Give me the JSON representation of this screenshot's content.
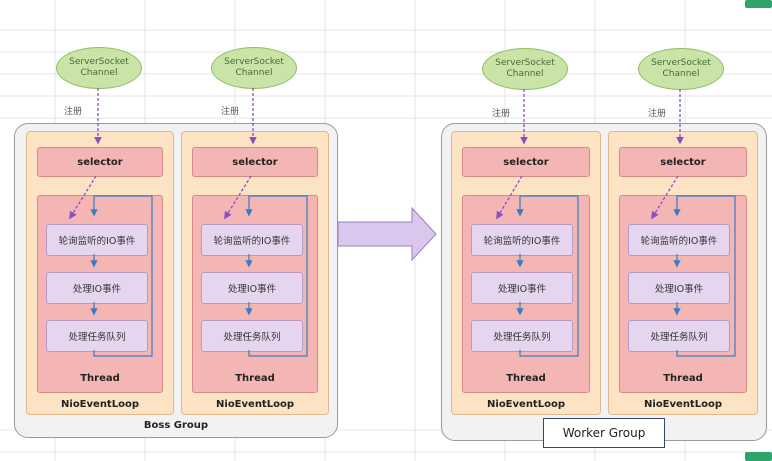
{
  "colors": {
    "channel_fill": "#c9e4a6",
    "loop_fill": "#fbe3c4",
    "selector_fill": "#f4b6b4",
    "step_fill": "#e6d5ee",
    "arrow": "#8a4fc4",
    "group_fill": "#f2f2f2"
  },
  "channel": {
    "line1": "ServerSocket",
    "line2": "Channel",
    "register_label": "注册"
  },
  "loop": {
    "selector_label": "selector",
    "steps": [
      "轮询监听的IO事件",
      "处理IO事件",
      "处理任务队列"
    ],
    "thread_label": "Thread",
    "label": "NioEventLoop"
  },
  "groups": {
    "boss_label": "Boss Group",
    "worker_label": "Worker Group"
  }
}
